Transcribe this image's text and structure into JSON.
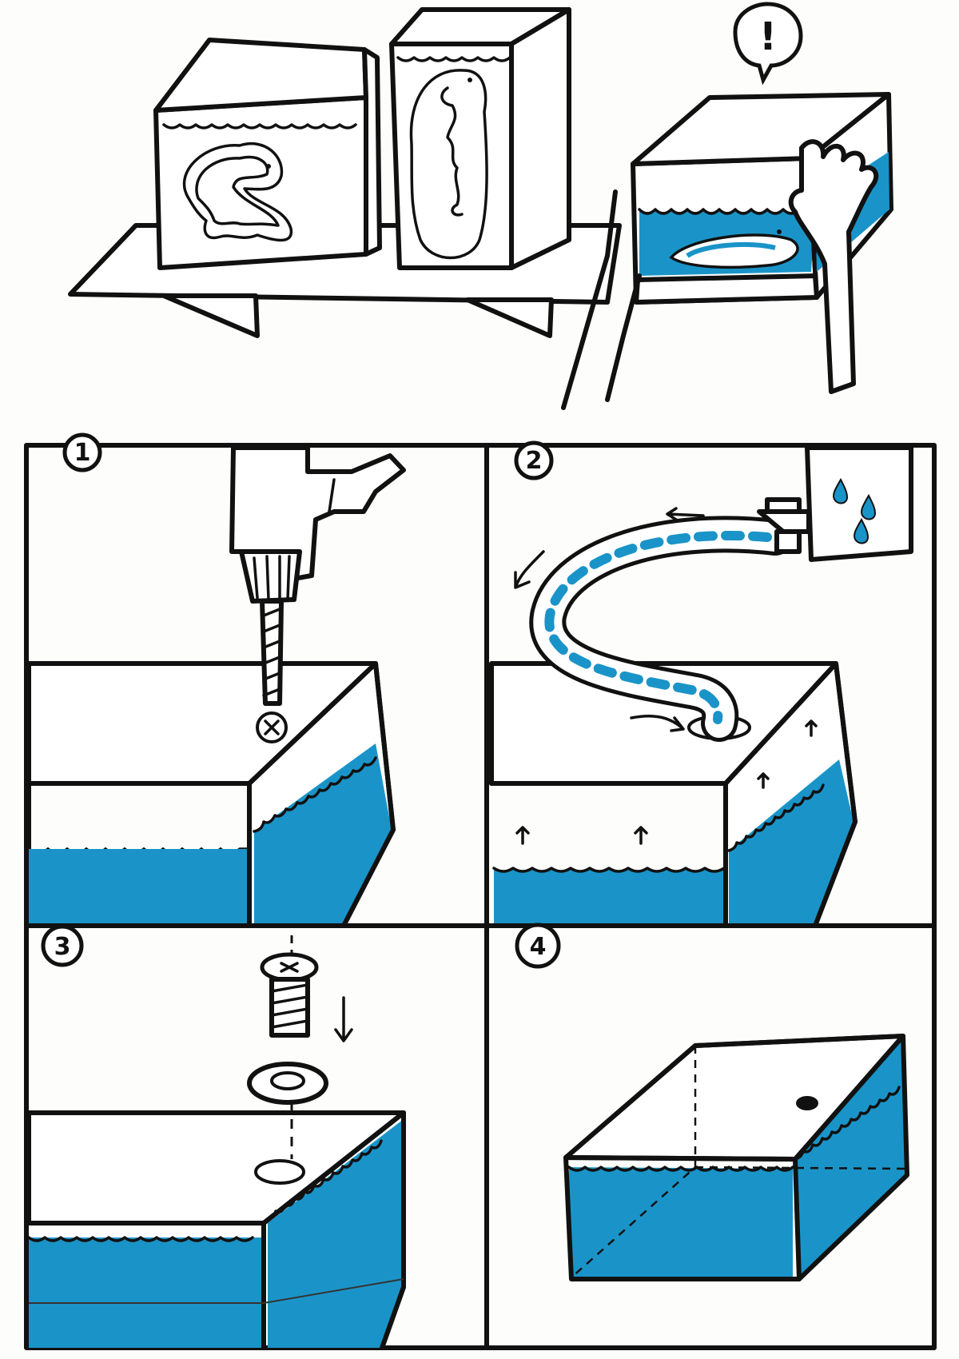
{
  "colors": {
    "water": "#1a94c8",
    "ink": "#111111",
    "paper": "#ffffff",
    "background": "#fdfdfb"
  },
  "intro": {
    "alert_mark": "!"
  },
  "steps": [
    {
      "number": "1",
      "action": "drill-hole"
    },
    {
      "number": "2",
      "action": "refill-with-hose"
    },
    {
      "number": "3",
      "action": "insert-screw-and-washer"
    },
    {
      "number": "4",
      "action": "sealed-tank"
    }
  ],
  "icons": {
    "alert": "speech-bubble-exclamation-icon",
    "drill": "drill-icon",
    "faucet": "faucet-icon",
    "hose": "hose-icon",
    "screw": "screw-icon",
    "washer": "washer-icon",
    "water_drop": "water-drop-icon",
    "hand": "hand-icon"
  }
}
